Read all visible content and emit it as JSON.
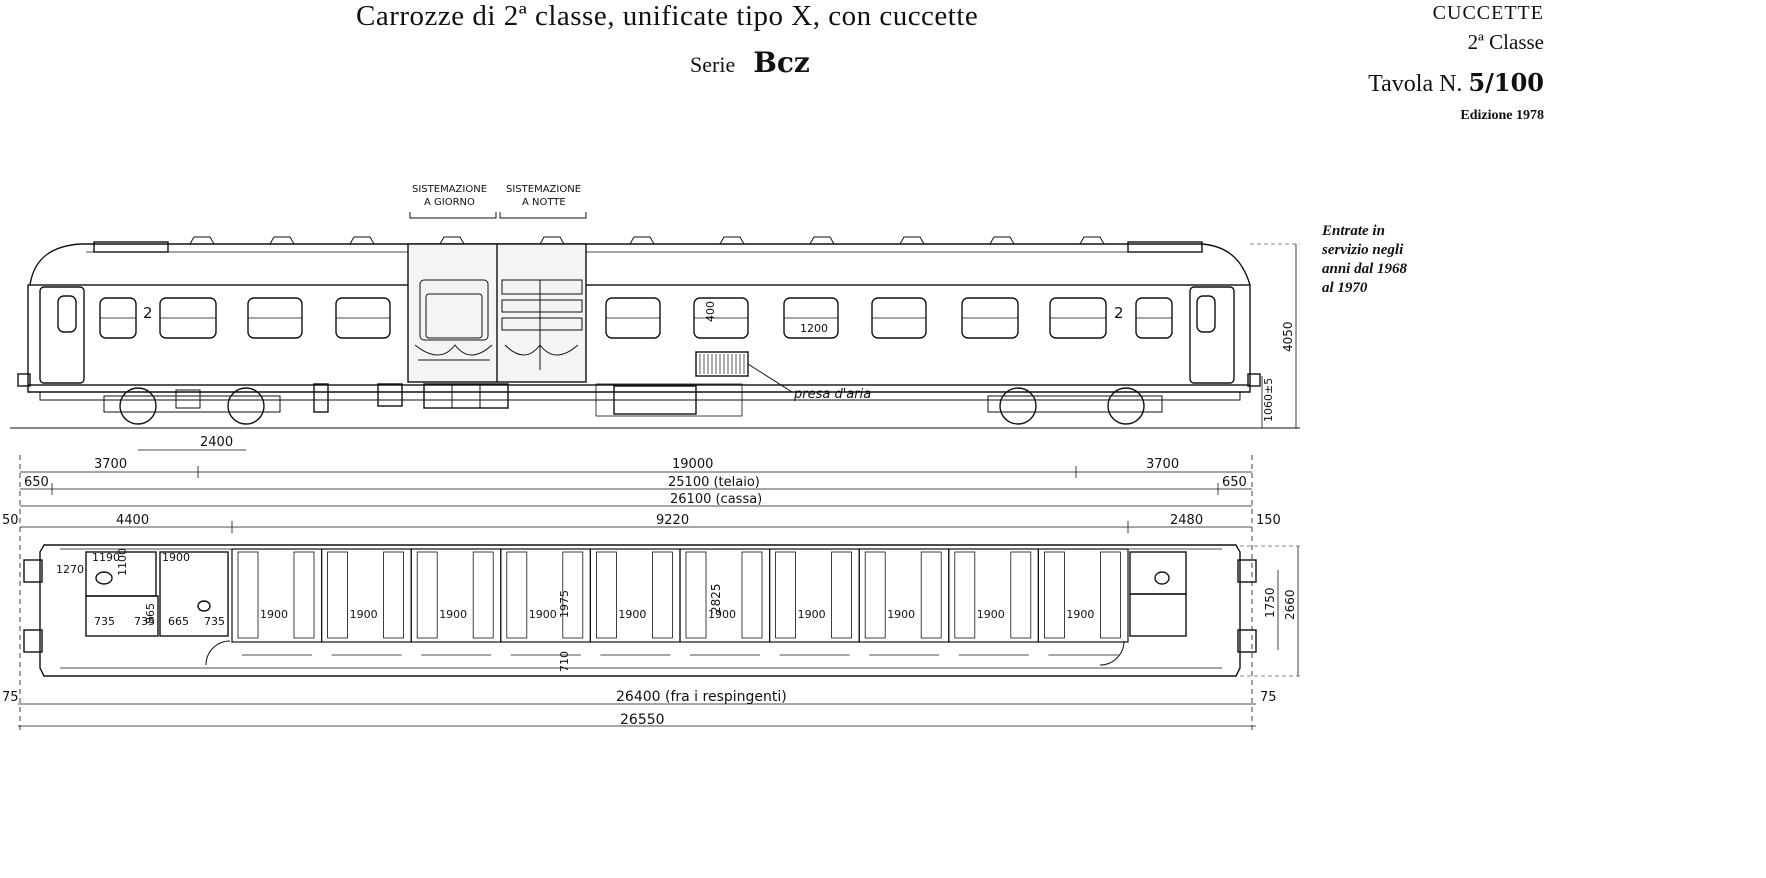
{
  "header": {
    "title": "Carrozze di 2ª classe, unificate tipo X, con cuccette",
    "serie_label": "Serie",
    "serie_code": "Bcz",
    "category": "CUCCETTE",
    "class_label": "2ª Classe",
    "table_label": "Tavola N.",
    "table_number": "5/100",
    "edition": "Edizione 1978"
  },
  "note": {
    "line1": "Entrate in",
    "line2": "servizio negli",
    "line3": "anni dal 1968",
    "line4": "al 1970"
  },
  "elevation": {
    "day_arrangement_l1": "SISTEMAZIONE",
    "day_arrangement_l2": "A GIORNO",
    "night_arrangement_l1": "SISTEMAZIONE",
    "night_arrangement_l2": "A NOTTE",
    "class_mark_left": "2",
    "class_mark_right": "2",
    "window_height": "400",
    "window_width": "1200",
    "air_intake": "presa d'aria",
    "height_total": "4050",
    "floor_height": "1060±5",
    "bogie_wheelbase": "2400"
  },
  "dimensions": {
    "overhang_left": "3700",
    "bogie_centers": "19000",
    "overhang_right": "3700",
    "frame_left": "650",
    "frame_length": "25100 (telaio)",
    "frame_right": "650",
    "body_length": "26100 (cassa)",
    "left_margin": "50",
    "vestibule_left": "4400",
    "compartments": "9220",
    "vestibule_right": "2480",
    "right_margin": "150",
    "buffer_left": "75",
    "over_buffers": "26400 (fra i respingenti)",
    "buffer_right": "75",
    "total_length": "26550"
  },
  "plan": {
    "d_1190": "1190",
    "d_1900_top": "1900",
    "d_1270": "1270",
    "d_1100": "1100",
    "d_865": "865",
    "d_735_a": "735",
    "d_735_b": "735",
    "d_665": "665",
    "d_735_c": "735",
    "compartment_length": [
      "1900",
      "1900",
      "1900",
      "1900",
      "1900",
      "1900",
      "1900",
      "1900",
      "1900",
      "1900"
    ],
    "berth_length": "1975",
    "compartment_width": "2825",
    "corridor_width": "710",
    "body_width": "2660",
    "door_width": "1750"
  }
}
